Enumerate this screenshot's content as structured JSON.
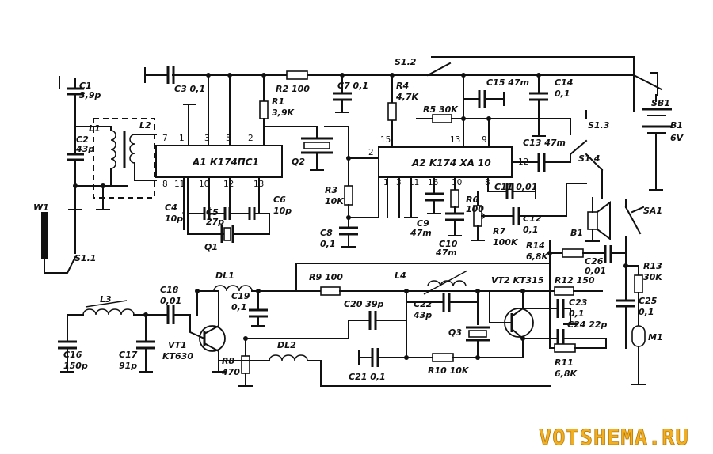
{
  "chips": {
    "a1": "A1 К174ПС1",
    "a2": "A2 K174 XA 10"
  },
  "pins": {
    "a1_top": [
      "1",
      "3",
      "5",
      "2"
    ],
    "a1_bottom": [
      "8",
      "11",
      "10",
      "12",
      "13"
    ],
    "a1_left": [
      "7"
    ],
    "a2_top": [
      "15",
      "13",
      "9"
    ],
    "a2_side": [
      "2",
      "12"
    ],
    "a2_bottom": [
      "1",
      "3",
      "11",
      "16",
      "10",
      "8"
    ]
  },
  "labels": {
    "c1": "C1",
    "c1v": "3,9p",
    "c2": "C2",
    "c2v": "43p",
    "l1": "L1",
    "l2": "L2",
    "w1": "W1",
    "s11": "S1.1",
    "c3": "C3 0,1",
    "r2": "R2 100",
    "c7": "C7 0,1",
    "r1": "R1",
    "r1v": "3,9K",
    "r4": "R4",
    "r4v": "4,7K",
    "s12": "S1.2",
    "c15": "C15 47m",
    "c14": "C14",
    "c14v": "0,1",
    "sb1": "SB1",
    "b1": "B1",
    "b1v": "6V",
    "r5": "R5 30K",
    "s13": "S1.3",
    "c13": "C13 47m",
    "s14": "S1.4",
    "q2": "Q2",
    "r3": "R3",
    "r3v": "10K",
    "c8": "C8",
    "c8v": "0,1",
    "c4": "C4",
    "c4v": "10p",
    "c5": "C5",
    "c5v": "27p",
    "c6": "C6",
    "c6v": "10p",
    "q1": "Q1",
    "r6": "R6",
    "r6v": "100",
    "c11": "C11 0,01",
    "c9": "C9",
    "c9v": "47m",
    "c10": "C10",
    "c10v": "47m",
    "r7": "R7",
    "r7v": "100K",
    "c12": "C12",
    "c12v": "0,1",
    "bspk": "B1",
    "sa1": "SA1",
    "r14": "R14",
    "r14v": "6,8K",
    "c26": "C26",
    "c26v": "0,01",
    "r13": "R13",
    "r13v": "30K",
    "c25": "C25",
    "c25v": "0,1",
    "m1": "M1",
    "dl1": "DL1",
    "r9": "R9 100",
    "l4": "L4",
    "vt2": "VT2 KT315",
    "r12": "R12 150",
    "c19": "C19",
    "c19v": "0,1",
    "c18": "C18",
    "c18v": "0,01",
    "l3": "L3",
    "c20": "C20 39p",
    "c22": "C22",
    "c22v": "43p",
    "c23": "C23",
    "c23v": "0,1",
    "q3": "Q3",
    "c24": "C24 22p",
    "c16": "C16",
    "c16v": "150p",
    "c17": "C17",
    "c17v": "91p",
    "vt1": "VT1",
    "vt1v": "KT630",
    "r8": "R8",
    "r8v": "470",
    "dl2": "DL2",
    "c21": "C21 0,1",
    "r10": "R10 10K",
    "r11": "R11",
    "r11v": "6,8K"
  },
  "watermark": "VOTSHEMA.RU"
}
